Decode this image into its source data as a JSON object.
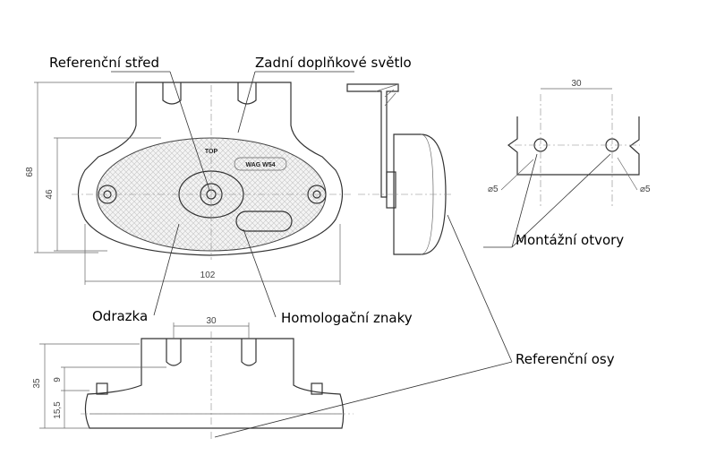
{
  "callouts": {
    "reference_center": "Referenční střed",
    "rear_aux_light": "Zadní doplňkové světlo",
    "mounting_holes": "Montážní otvory",
    "reflector": "Odrazka",
    "homologation_marks": "Homologační znaky",
    "reference_axes": "Referenční osy"
  },
  "dimensions": {
    "front_height": "68",
    "lens_height": "46",
    "front_width": "102",
    "hole_spacing_top": "30",
    "hole_dia_left": "⌀5",
    "hole_dia_right": "⌀5",
    "hole_spacing_bottom": "30",
    "bottom_height": "35",
    "bottom_hole_offset": "9",
    "bottom_base": "15,5"
  },
  "lens_marks": {
    "top": "TOP",
    "approval": "WAG W54"
  }
}
